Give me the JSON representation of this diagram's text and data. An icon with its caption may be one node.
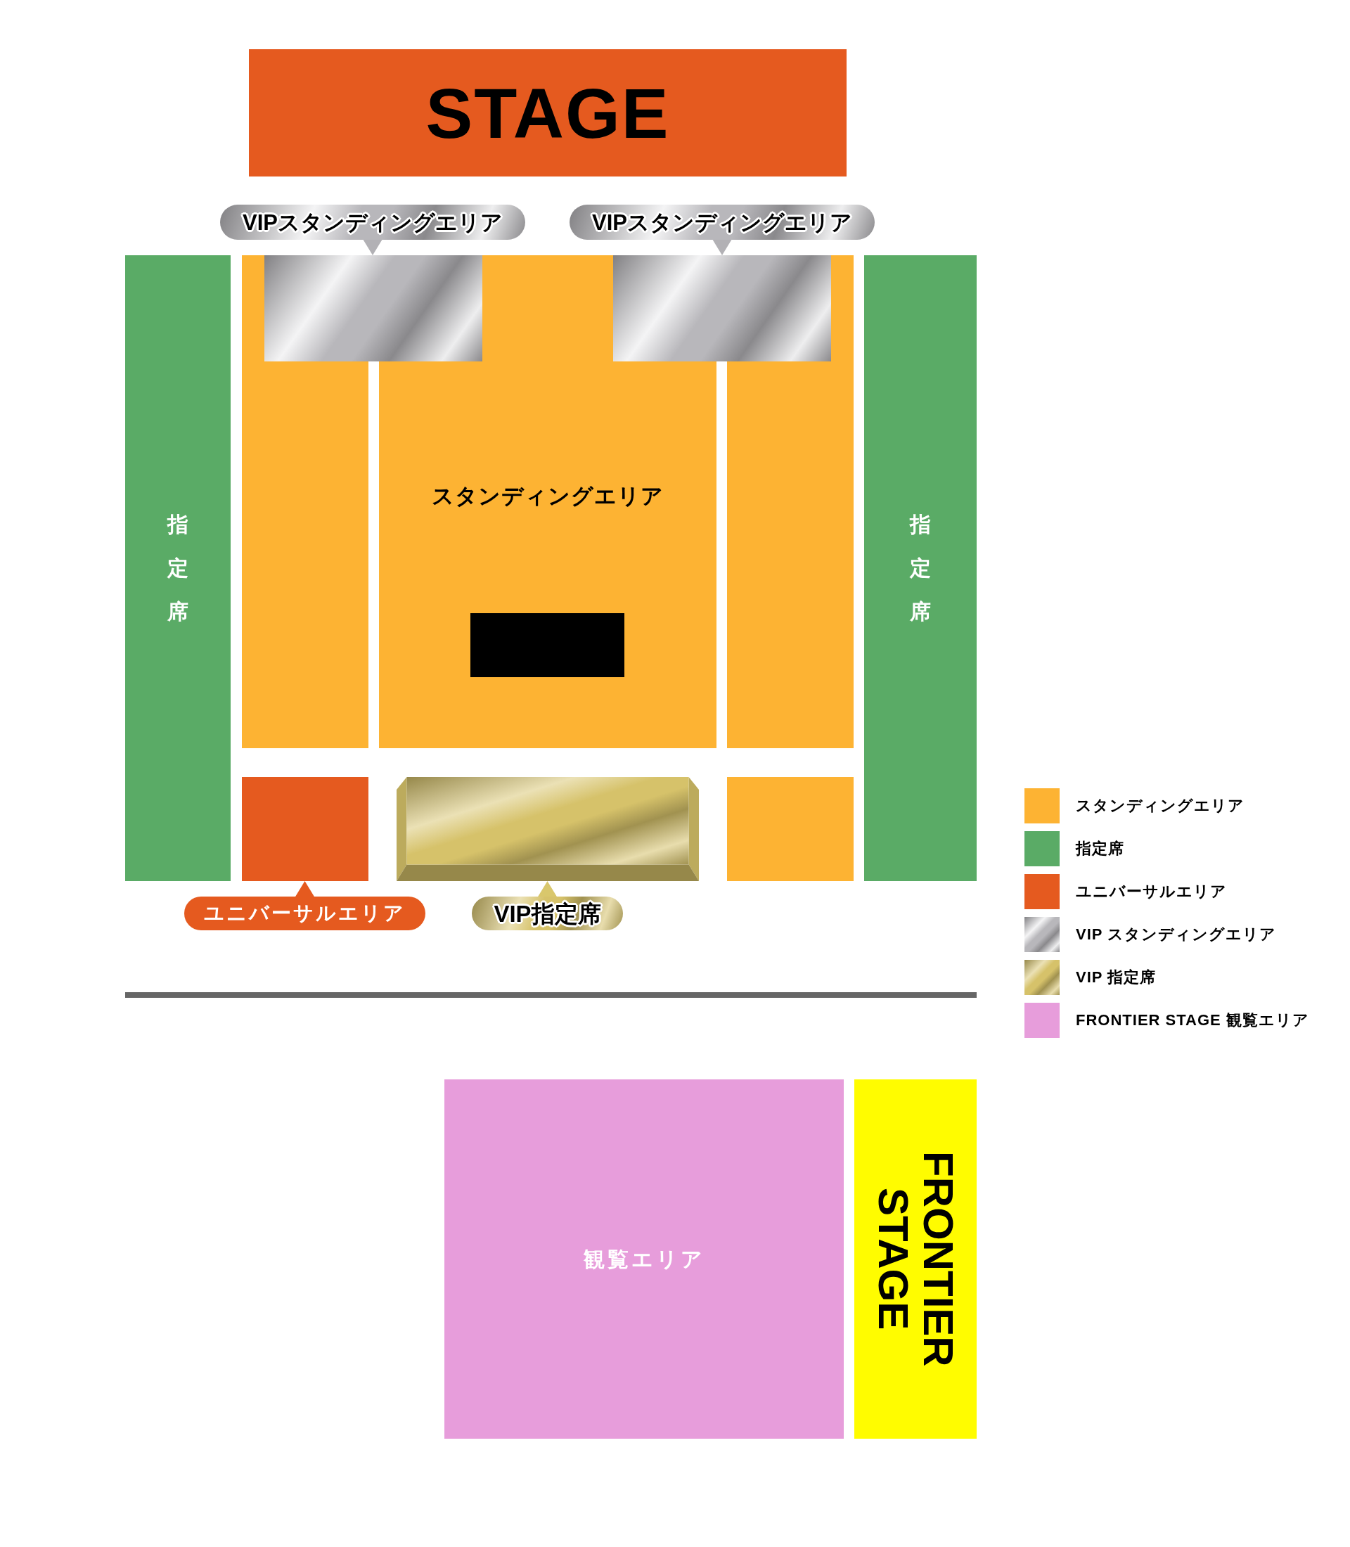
{
  "diagram": {
    "nodes": [
      {
        "text": [
          "STAGE"
        ]
      },
      {
        "text": [
          "VIPスタンディングエリア"
        ]
      },
      {
        "text": [
          "VIPスタンディングエリア"
        ]
      },
      {
        "text": [
          "指定席"
        ]
      },
      {
        "text": [
          "スタンディングエリア"
        ]
      },
      {
        "text": [],
        "shape": "box",
        "in": 4
      },
      {
        "text": [],
        "shape": "box",
        "in": 4
      },
      {
        "text": [],
        "shape": "box",
        "in": 4
      },
      {
        "text": [
          "指定席"
        ]
      },
      {
        "text": [],
        "shape": "box"
      },
      {
        "text": [],
        "shape": "box"
      },
      {
        "text": [],
        "shape": "box"
      },
      {
        "text": [
          "ユニバーサルエリア"
        ]
      },
      {
        "text": [
          "VIP指定席"
        ]
      },
      {
        "text": [
          "観覧エリア"
        ]
      },
      {
        "text": [
          "FRONTIER STAGE"
        ]
      }
    ],
    "edges": [
      {
        "from": 1,
        "to": 5,
        "arrow": "to"
      },
      {
        "from": 2,
        "to": 6,
        "arrow": "to"
      },
      {
        "from": 12,
        "to": 9,
        "arrow": "to"
      },
      {
        "from": 13,
        "to": 10,
        "arrow": "to"
      }
    ],
    "legend": [
      {
        "text": "スタンディングエリア",
        "color": "#fdb333"
      },
      {
        "text": "指定席",
        "color": "#5aab66"
      },
      {
        "text": "ユニバーサルエリア",
        "color": "#e55a1f"
      },
      {
        "text": "VIP スタンディングエリア",
        "color": "#b8b7bb"
      },
      {
        "text": "VIP 指定席",
        "color": "#d6c26a"
      },
      {
        "text": "FRONTIER STAGE 観覧エリア",
        "color": "#e79ddb"
      }
    ]
  }
}
